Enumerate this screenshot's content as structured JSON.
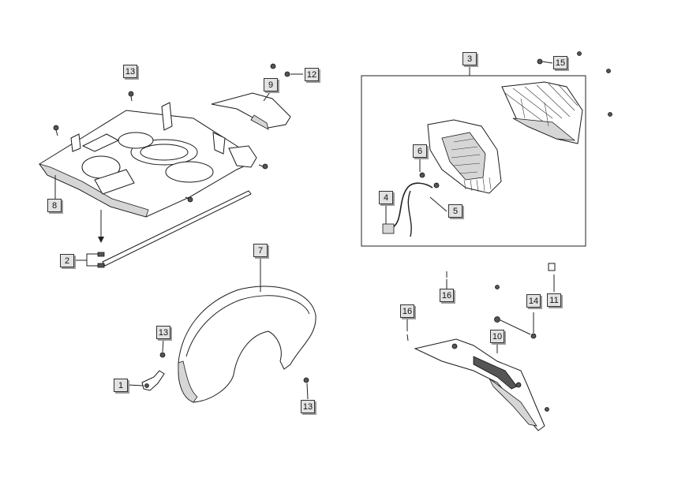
{
  "callouts": {
    "c1": "1",
    "c2": "2",
    "c3": "3",
    "c4": "4",
    "c5": "5",
    "c6": "6",
    "c7": "7",
    "c8": "8",
    "c9": "9",
    "c10": "10",
    "c11": "11",
    "c12": "12",
    "c13a": "13",
    "c13b": "13",
    "c13c": "13",
    "c14": "14",
    "c15": "15",
    "c16a": "16",
    "c16b": "16"
  }
}
